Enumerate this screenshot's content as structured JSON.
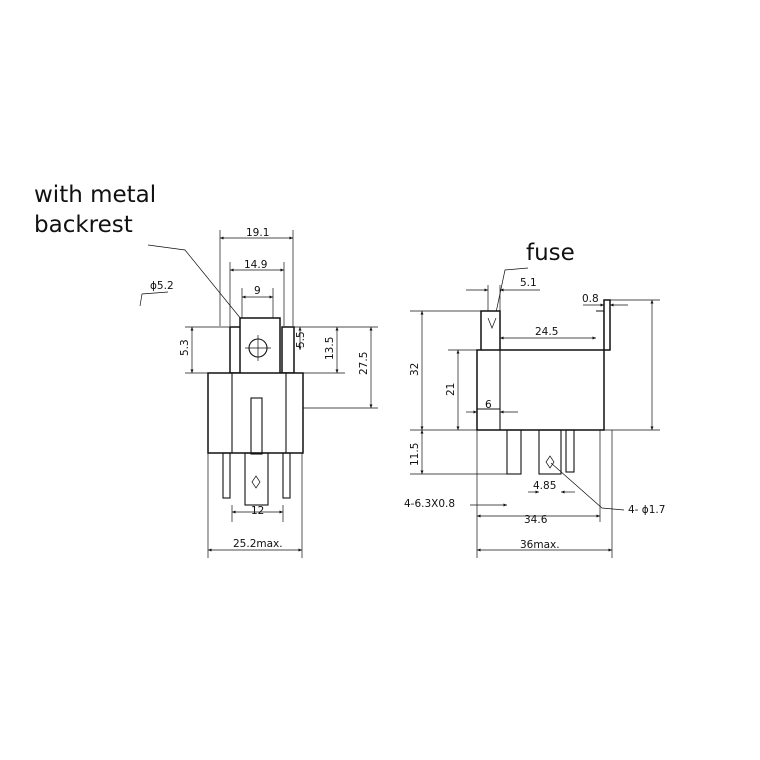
{
  "callouts": {
    "metal_backrest": [
      "with metal",
      "backrest"
    ],
    "fuse": "fuse"
  },
  "front_view": {
    "hole_diameter": "ϕ5.2",
    "width_19_1": "19.1",
    "width_14_9": "14.9",
    "width_9": "9",
    "dim_5_5": "5.5",
    "dim_5_3": "5.3",
    "dim_13_5": "13.5",
    "dim_27_5": "27.5",
    "pin_spacing_12": "12",
    "overall_width": "25.2max."
  },
  "side_view": {
    "dim_5_1": "5.1",
    "dim_0_8": "0.8",
    "dim_24_5": "24.5",
    "dim_32": "32",
    "dim_21": "21",
    "dim_6": "6",
    "dim_11_5": "11.5",
    "dim_4_85": "4.85",
    "terminal_spec": "4-6.3X0.8",
    "dim_34_6": "34.6",
    "pin_hole": "4- ϕ1.7",
    "overall_length": "36max."
  }
}
